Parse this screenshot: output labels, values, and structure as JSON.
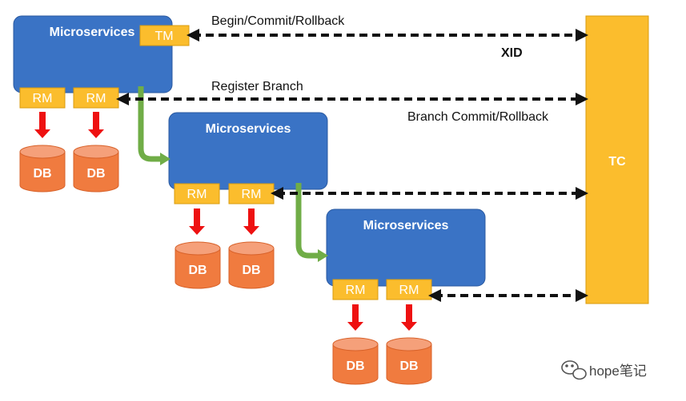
{
  "colors": {
    "service": "#3a73c5",
    "service_border": "#2b5aa0",
    "rm": "#fbbd2d",
    "tc": "#fbbd2d",
    "db": "#f07b3f",
    "db_top": "#f5a07a",
    "arrow": "#111111",
    "flow_arrow": "#70ad47",
    "db_arrow": "#ee1111"
  },
  "tc": {
    "label": "TC"
  },
  "tm": {
    "label": "TM"
  },
  "services": [
    {
      "label": "Microservices",
      "rm": [
        "RM",
        "RM"
      ],
      "db": [
        "DB",
        "DB"
      ]
    },
    {
      "label": "Microservices",
      "rm": [
        "RM",
        "RM"
      ],
      "db": [
        "DB",
        "DB"
      ]
    },
    {
      "label": "Microservices",
      "rm": [
        "RM",
        "RM"
      ],
      "db": [
        "DB",
        "DB"
      ]
    }
  ],
  "annotations": {
    "begin_commit_rollback": "Begin/Commit/Rollback",
    "xid": "XID",
    "register_branch": "Register Branch",
    "branch_commit_rollback": "Branch Commit/Rollback"
  },
  "watermark": {
    "text": "hope笔记",
    "icon": "wechat-icon"
  }
}
